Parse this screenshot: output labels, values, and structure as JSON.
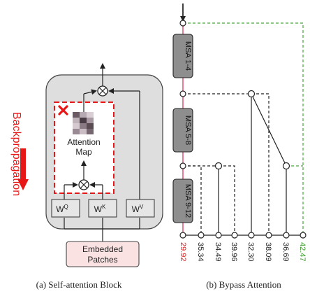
{
  "left_panel": {
    "attention_map_label": [
      "Attention",
      "Map"
    ],
    "query_label": "W",
    "query_sup": "Q",
    "key_label": "W",
    "key_sup": "K",
    "value_label": "W",
    "value_sup": "V",
    "input_label": [
      "Embedded",
      "Patches"
    ],
    "backprop_label": "Backpropagation",
    "caption": "(a) Self-attention Block"
  },
  "right_panel": {
    "blocks": [
      "MSA 1-4",
      "MSA 5-8",
      "MSA 9-12"
    ],
    "values": [
      "29.92",
      "35.34",
      "34.49",
      "39.96",
      "32.30",
      "38.09",
      "36.69",
      "42.47"
    ],
    "caption": "(b) Bypass Attention"
  },
  "colors": {
    "backprop": "#e81717",
    "highlight_path": "#e57d97",
    "bypass_dashed": "#46a83a",
    "msa_fill": "#8e8e8e",
    "block_fill": "#dedede",
    "input_fill": "#fbe2e2",
    "value_red": "#e02020",
    "value_green": "#3a9a2a"
  }
}
